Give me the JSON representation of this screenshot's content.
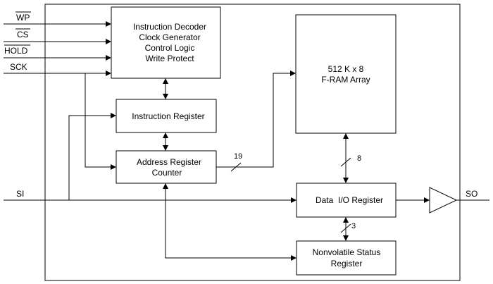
{
  "pins": {
    "wp": "WP",
    "cs": "CS",
    "hold": "HOLD",
    "sck": "SCK",
    "si": "SI",
    "so": "SO"
  },
  "blocks": {
    "decoder": {
      "line1": "Instruction Decoder",
      "line2": "Clock Generator",
      "line3": "Control Logic",
      "line4": "Write Protect"
    },
    "instruction_register": "Instruction Register",
    "address_register": {
      "line1": "Address Register",
      "line2": "Counter"
    },
    "fram_array": {
      "line1": "512 K x 8",
      "line2": "F-RAM Array"
    },
    "data_io_register": "Data  I/O Register",
    "status_register": {
      "line1": "Nonvolatile Status",
      "line2": "Register"
    }
  },
  "bus_widths": {
    "address": "19",
    "data": "8",
    "status": "3"
  }
}
